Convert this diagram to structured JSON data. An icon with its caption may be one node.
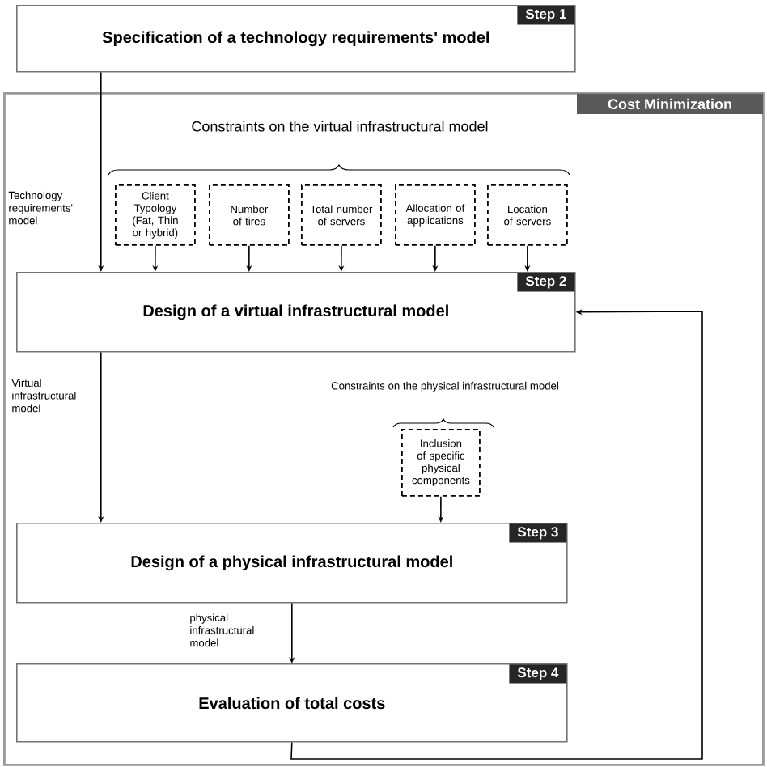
{
  "diagram": {
    "nodes": [
      {
        "text": [
          "Step 1",
          "Specification of a technology requirements' model"
        ]
      },
      {
        "text": [
          "Cost Minimization"
        ]
      },
      {
        "text": [
          "Client Typology (Fat, Thin or hybrid)"
        ],
        "in": 1
      },
      {
        "text": [
          "Number of tires"
        ],
        "in": 1
      },
      {
        "text": [
          "Total number of servers"
        ],
        "in": 1
      },
      {
        "text": [
          "Allocation of applications"
        ],
        "in": 1
      },
      {
        "text": [
          "Location of servers"
        ],
        "in": 1
      },
      {
        "text": [
          "Step 2",
          "Design of a virtual infrastructural model"
        ],
        "in": 1
      },
      {
        "text": [
          "Inclusion of specific physical components"
        ],
        "in": 1
      },
      {
        "text": [
          "Step 3",
          "Design of a physical infrastructural model"
        ],
        "in": 1
      },
      {
        "text": [
          "Step 4",
          "Evaluation of total costs"
        ],
        "in": 1
      }
    ],
    "edges": [
      {
        "from": 0,
        "to": 7,
        "arrow": "to",
        "label": "Technology requirements' model"
      },
      {
        "from": 2,
        "to": 7,
        "arrow": "to"
      },
      {
        "from": 3,
        "to": 7,
        "arrow": "to"
      },
      {
        "from": 4,
        "to": 7,
        "arrow": "to"
      },
      {
        "from": 5,
        "to": 7,
        "arrow": "to"
      },
      {
        "from": 6,
        "to": 7,
        "arrow": "to"
      },
      {
        "from": 7,
        "to": 9,
        "arrow": "to",
        "label": "Virtual infrastructural model"
      },
      {
        "from": 8,
        "to": 9,
        "arrow": "to"
      },
      {
        "from": 9,
        "to": 10,
        "arrow": "to",
        "label": "physical infrastructural model"
      },
      {
        "from": 10,
        "to": 7,
        "arrow": "to"
      }
    ],
    "labels": [
      "Constraints on the virtual infrastructural model",
      "Constraints on the physical infrastructural model"
    ]
  }
}
